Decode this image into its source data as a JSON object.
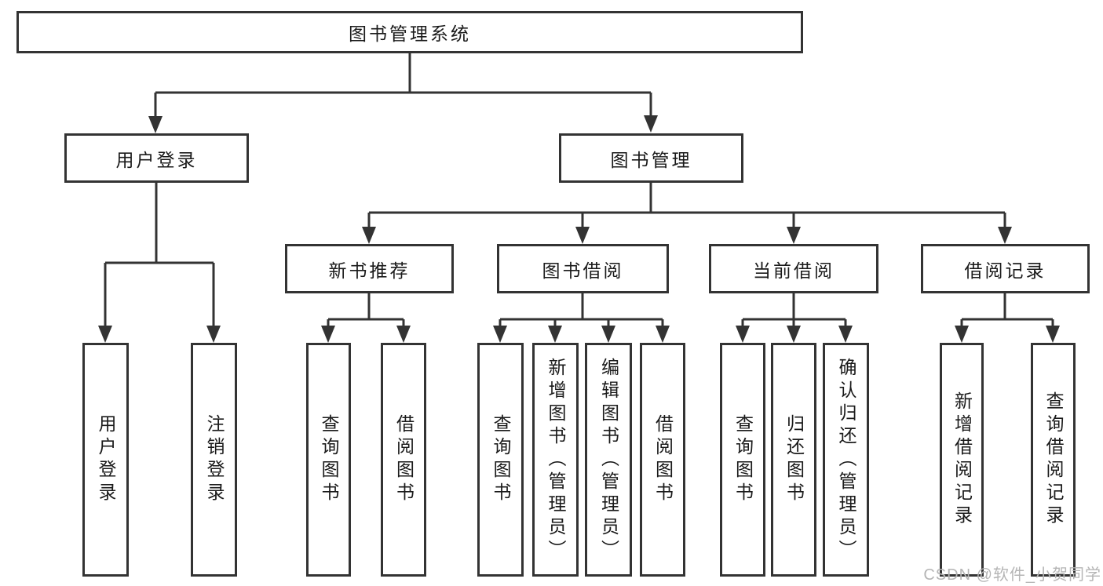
{
  "tree": {
    "root": "图书管理系统",
    "children": [
      {
        "label": "用户登录",
        "children": [
          {
            "label": "用户登录"
          },
          {
            "label": "注销登录"
          }
        ]
      },
      {
        "label": "图书管理",
        "children": [
          {
            "label": "新书推荐",
            "children": [
              {
                "label": "查询图书"
              },
              {
                "label": "借阅图书"
              }
            ]
          },
          {
            "label": "图书借阅",
            "children": [
              {
                "label": "查询图书"
              },
              {
                "label": "新增图书（管理员）"
              },
              {
                "label": "编辑图书（管理员）"
              },
              {
                "label": "借阅图书"
              }
            ]
          },
          {
            "label": "当前借阅",
            "children": [
              {
                "label": "查询图书"
              },
              {
                "label": "归还图书"
              },
              {
                "label": "确认归还（管理员）"
              }
            ]
          },
          {
            "label": "借阅记录",
            "children": [
              {
                "label": "新增借阅记录"
              },
              {
                "label": "查询借阅记录"
              }
            ]
          }
        ]
      }
    ]
  },
  "watermark": {
    "text": "CSDN @软件_小贺同学"
  },
  "colors": {
    "line": "#333333",
    "box_border": "#333333",
    "box_fill": "#ffffff",
    "text": "#1a1a1a",
    "watermark": "#b5b5b5",
    "background": "#ffffff"
  }
}
